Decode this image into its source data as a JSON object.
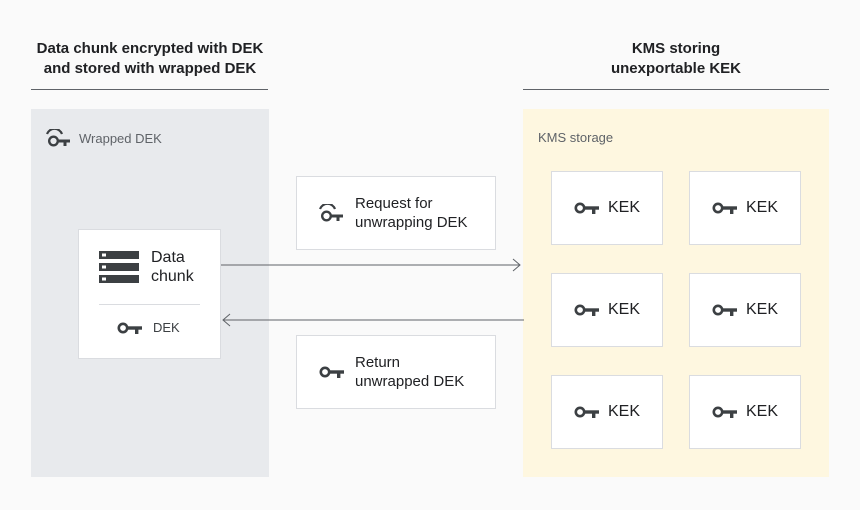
{
  "left_heading": {
    "line1": "Data chunk encrypted with DEK",
    "line2": "and stored with wrapped DEK"
  },
  "right_heading": {
    "line1": "KMS storing",
    "line2": "unexportable KEK"
  },
  "left_panel": {
    "label": "Wrapped DEK",
    "icon": "wrapped-key-icon"
  },
  "right_panel": {
    "label": "KMS storage"
  },
  "data_chunk": {
    "line1": "Data",
    "line2": "chunk",
    "icon": "storage-stack-icon",
    "dek_label": "DEK",
    "dek_icon": "key-icon"
  },
  "request_message": {
    "line1": "Request for",
    "line2": "unwrapping DEK",
    "icon": "wrapped-key-icon"
  },
  "return_message": {
    "line1": "Return",
    "line2": "unwrapped DEK",
    "icon": "key-icon"
  },
  "kek_keys": [
    {
      "label": "KEK",
      "icon": "key-icon"
    },
    {
      "label": "KEK",
      "icon": "key-icon"
    },
    {
      "label": "KEK",
      "icon": "key-icon"
    },
    {
      "label": "KEK",
      "icon": "key-icon"
    },
    {
      "label": "KEK",
      "icon": "key-icon"
    },
    {
      "label": "KEK",
      "icon": "key-icon"
    }
  ],
  "colors": {
    "left_panel_bg": "#e8eaed",
    "right_panel_bg": "#fef7e0",
    "icon": "#3c4043",
    "arrow": "#5f6368"
  }
}
